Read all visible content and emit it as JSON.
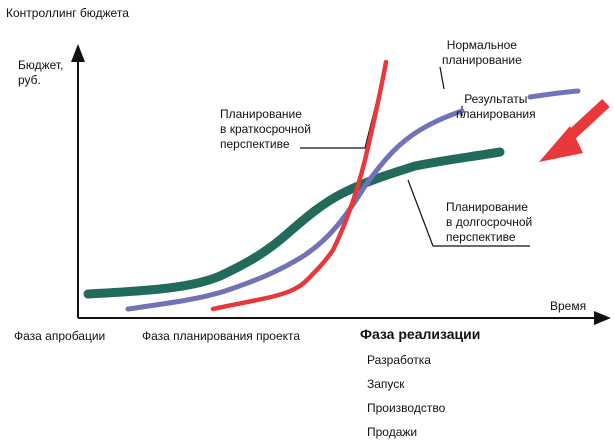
{
  "title": "Контроллинг бюджета",
  "axes": {
    "y_label": "Бюджет,\nруб.",
    "x_label": "Время"
  },
  "curves": {
    "short_term": {
      "label": "Планирование\nв краткосрочной\nперспективе",
      "color": "#e8383b"
    },
    "normal": {
      "label": "Нормальное\nпланирование",
      "color": "#7272b8"
    },
    "results": {
      "label": "Результаты\nпланирования"
    },
    "long_term": {
      "label": "Планирование\nв долгосрочной\nперспективе",
      "color": "#226b5c"
    }
  },
  "arrow_color": "#e8383b",
  "phases": {
    "approbation": "Фаза апробации",
    "planning": "Фаза планирования проекта",
    "implementation": "Фаза реализации",
    "steps": [
      "Разработка",
      "Запуск",
      "Производство",
      "Продажи"
    ]
  }
}
